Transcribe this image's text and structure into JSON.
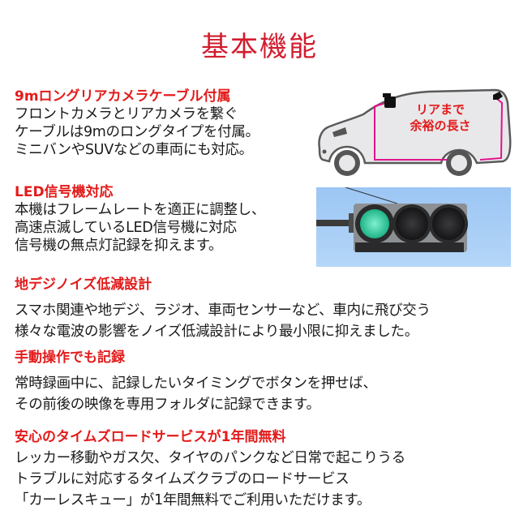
{
  "page": {
    "title": "基本機能"
  },
  "sections": [
    {
      "heading": "9mロングリアカメラケーブル付属",
      "body": [
        "フロントカメラとリアカメラを繋ぐ",
        "ケーブルは9mのロングタイプを付属。",
        "ミニバンやSUVなどの車両にも対応。"
      ]
    },
    {
      "heading": "LED信号機対応",
      "body": [
        "本機はフレームレートを適正に調整し、",
        "高速点滅しているLED信号機に対応",
        "信号機の無点灯記録を抑えます。"
      ]
    },
    {
      "heading": "地デジノイズ低減設計",
      "body": [
        "スマホ関連や地デジ、ラジオ、車両センサーなど、車内に飛び交う",
        "様々な電波の影響をノイズ低減設計により最小限に抑えました。"
      ]
    },
    {
      "heading": "手動操作でも記録",
      "body": [
        "常時録画中に、記録したいタイミングでボタンを押せば、",
        "その前後の映像を専用フォルダに記録できます。"
      ]
    },
    {
      "heading": "安心のタイムズロードサービスが1年間無料",
      "body": [
        "レッカー移動やガス欠、タイヤのパンクなど日常で起こりうる",
        "トラブルに対応するタイムズクラブのロードサービス",
        "「カーレスキュー」が1年間無料でご利用いただけます。"
      ]
    }
  ],
  "images": {
    "car": {
      "label_line1": "リアまで",
      "label_line2": "余裕の長さ"
    },
    "traffic_signal": {
      "lit": "green"
    }
  },
  "colors": {
    "title": "#d21c2e",
    "heading": "#e31b1b",
    "body_text": "#1a1a1a",
    "cable": "#e0148c",
    "sky": "#a8cdf5",
    "green_light": "#3fd6a8"
  }
}
